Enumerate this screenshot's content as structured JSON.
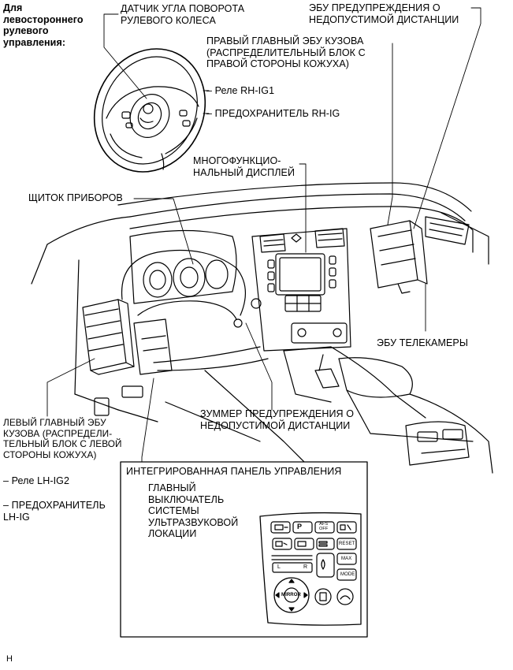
{
  "labels": {
    "lhd_note": "Для\nлевостороннего\nрулевого\nуправления:",
    "steering_sensor": "ДАТЧИК УГЛА ПОВОРОТА\nРУЛЕВОГО КОЛЕСА",
    "distance_ecu": "ЭБУ ПРЕДУПРЕЖДЕНИЯ О\nНЕДОПУСТИМОЙ ДИСТАНЦИИ",
    "right_body_ecu": "ПРАВЫЙ ГЛАВНЫЙ ЭБУ КУЗОВА\n(РАСПРЕДЕЛИТЕЛЬНЫЙ БЛОК С\nПРАВОЙ СТОРОНЫ КОЖУХА)",
    "relay_rh": "– Реле RH-IG1",
    "fuse_rh": "– ПРЕДОХРАНИТЕЛЬ RH-IG",
    "multi_display": "МНОГОФУНКЦИО-\nНАЛЬНЫЙ ДИСПЛЕЙ",
    "instrument_panel": "ЩИТОК ПРИБОРОВ",
    "camera_ecu": "ЭБУ ТЕЛЕКАМЕРЫ",
    "buzzer": "ЗУММЕР ПРЕДУПРЕЖДЕНИЯ О\nНЕДОПУСТИМОЙ ДИСТАНЦИИ",
    "left_body_ecu": "ЛЕВЫЙ ГЛАВНЫЙ ЭБУ\nКУЗОВА (РАСПРЕДЕЛИ-\nТЕЛЬНЫЙ БЛОК С ЛЕВОЙ\nСТОРОНЫ КОЖУХА)",
    "relay_lh": "– Реле LH-IG2",
    "fuse_lh": "– ПРЕДОХРАНИТЕЛЬ\nLH-IG",
    "integrated_panel": "ИНТЕГРИРОВАННАЯ ПАНЕЛЬ УПРАВЛЕНИЯ",
    "sonar_switch": "ГЛАВНЫЙ\nВЫКЛЮЧАТЕЛЬ\nСИСТЕМЫ\nУЛЬТРАЗВУКОВОЙ\nЛОКАЦИИ",
    "corner_letter": "H"
  },
  "panel_buttons": {
    "afs_off": "AFS\nOFF",
    "reset": "RESET",
    "max": "MAX",
    "mode": "MODE",
    "mirror": "MIRROR",
    "left": "L",
    "right": "R",
    "parking": "P"
  },
  "icons": [
    "steering-wheel",
    "dashboard",
    "control-panel",
    "leader-lines"
  ]
}
